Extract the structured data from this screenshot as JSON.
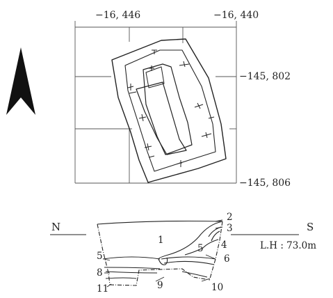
{
  "plan": {
    "coords": {
      "top_left": "−16, 446",
      "top_right": "−16, 440",
      "right_upper": "−145, 802",
      "right_lower": "−145, 806"
    },
    "north_arrow_icon": "north-arrow-icon"
  },
  "section": {
    "left_dir": "N",
    "right_dir": "S",
    "level": "L.H : 73.0m",
    "layers": [
      "1",
      "2",
      "3",
      "4",
      "5",
      "5",
      "6",
      "8",
      "9",
      "10",
      "11"
    ]
  }
}
